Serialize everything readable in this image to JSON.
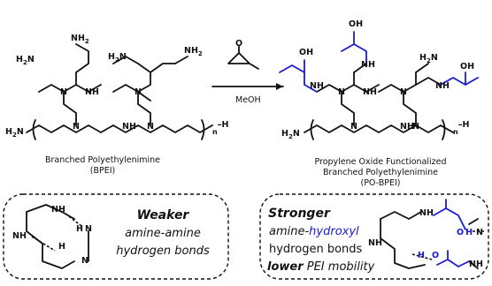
{
  "reaction": {
    "reagent_label": "MeOH"
  },
  "bpei": {
    "caption_line1": "Branched  Polyethylenimine",
    "caption_line2": "(BPEI)"
  },
  "po_bpei": {
    "caption_line1": "Propylene  Oxide Functionalized",
    "caption_line2": "Branched  Polyethylenimine",
    "caption_line3": "(PO-BPEI)"
  },
  "atoms": {
    "nh2": "NH",
    "h2n": "H",
    "two": "2",
    "n": "N",
    "nh": "NH",
    "h": "H",
    "oh": "OH",
    "o": "O",
    "n_sub": "n",
    "dash_h": "–H"
  },
  "weaker_box": {
    "heading": "Weaker",
    "line1": "amine-amine",
    "line2": "hydrogen bonds"
  },
  "stronger_box": {
    "heading": "Stronger",
    "line1_a": "amine-",
    "line1_b": "hydroxyl",
    "line2": "hydrogen bonds",
    "line3_a": "lower",
    "line3_b": " PEI mobility"
  },
  "colors": {
    "ink": "#111111",
    "functional_blue": "#1b1bd6"
  }
}
